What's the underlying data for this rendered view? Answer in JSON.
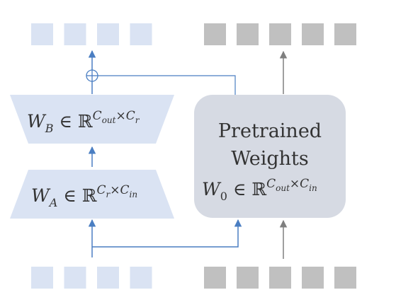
{
  "colors": {
    "lora_block": "#dae3f3",
    "lora_arrow": "#4a7ec2",
    "pretrained_block": "#d6dae3",
    "gray_token": "#c0c0c0",
    "gray_arrow": "#7f7f7f",
    "text": "#333333"
  },
  "top_tokens": {
    "lora_count": 4,
    "pretrained_count": 5
  },
  "bottom_tokens": {
    "lora_count": 4,
    "pretrained_count": 5
  },
  "wb_block": {
    "symbol": "W",
    "subscript": "B",
    "relation": "∈",
    "set": "ℝ",
    "exponent_left": "C",
    "exponent_left_sub": "out",
    "times": "×",
    "exponent_right": "C",
    "exponent_right_sub": "r"
  },
  "wa_block": {
    "symbol": "W",
    "subscript": "A",
    "relation": "∈",
    "set": "ℝ",
    "exponent_left": "C",
    "exponent_left_sub": "r",
    "times": "×",
    "exponent_right": "C",
    "exponent_right_sub": "in"
  },
  "pretrained": {
    "line1": "Pretrained",
    "line2": "Weights",
    "symbol": "W",
    "subscript": "0",
    "relation": "∈",
    "set": "ℝ",
    "exponent_left": "C",
    "exponent_left_sub": "out",
    "times": "×",
    "exponent_right": "C",
    "exponent_right_sub": "in"
  },
  "adder_symbol": "⊕"
}
